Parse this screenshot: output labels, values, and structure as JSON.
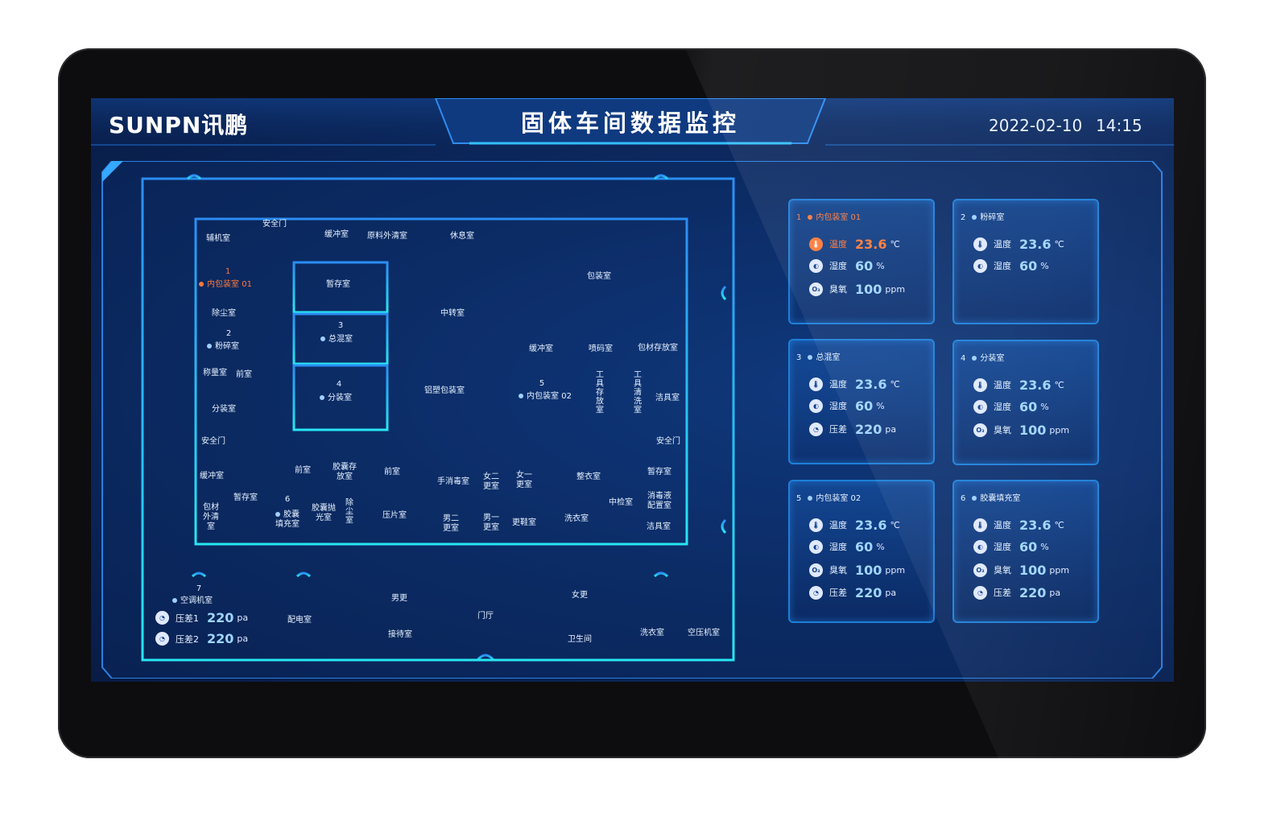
{
  "header": {
    "logo": "SUNPN讯鹏",
    "title": "固体车间数据监控",
    "date": "2022-02-10",
    "time": "14:15"
  },
  "floor_plan": {
    "rooms": {
      "fujishi": "辅机室",
      "anquanmen1": "安全门",
      "huanchong1": "缓冲室",
      "yuanliao": "原料外清室",
      "xiuxi": "休息室",
      "baozhuang": "包装室",
      "neibao01_num": "1",
      "neibao01": "内包装室 01",
      "zancun1": "暂存室",
      "zhongzhuan": "中转室",
      "chuchen1": "除尘室",
      "fensui_num": "2",
      "fensui": "粉碎室",
      "zonghun_num": "3",
      "zonghun": "总混室",
      "huanchong2": "缓冲室",
      "penma": "喷码室",
      "baocai": "包材存放室",
      "chengliang": "称量室",
      "qianshi1": "前室",
      "fenzhuang_num": "4",
      "fenzhuang": "分装室",
      "lvsu": "铝塑包装室",
      "neibao02_num": "5",
      "neibao02": "内包装室 02",
      "gongju_cunfang": "工具存放室",
      "gongju_qingxi": "工具清洗室",
      "jieju": "洁具室",
      "fenzhuang2": "分装室",
      "anquanmen2": "安全门",
      "anquanmen3": "安全门",
      "huanchong3": "缓冲室",
      "baocai_wq": "包材外清室",
      "zancun2": "暂存室",
      "qianshi2": "前室",
      "jiaonang_num": "6",
      "jiaonang_tc": "胶囊填充室",
      "jiaonang_cf": "胶囊存放室",
      "jiaonang_pg": "胶囊抛光室",
      "chuchen2": "除尘室",
      "qianshi3": "前室",
      "yapian": "压片室",
      "shouxiaodu": "手消毒室",
      "nv2": "女二更室",
      "nv1": "女一更室",
      "nan2": "男二更室",
      "nan1": "男一更室",
      "gengxie": "更鞋室",
      "zhengyi": "整衣室",
      "xiyi1": "洗衣室",
      "zhongjian": "中检室",
      "zancun3": "暂存室",
      "xiaodu": "消毒液配置室",
      "jieju2": "洁具室",
      "kongtiao_num": "7",
      "kongtiao": "空调机室",
      "peidian": "配电室",
      "nangeng": "男更",
      "jiedai": "接待室",
      "menting": "门厅",
      "nvgeng": "女更",
      "weisheng": "卫生间",
      "xiyi2": "洗衣室",
      "kongya": "空压机室"
    },
    "aux": {
      "yacha1_label": "压差1",
      "yacha1_value": "220",
      "yacha1_unit": "pa",
      "yacha2_label": "压差2",
      "yacha2_value": "220",
      "yacha2_unit": "pa"
    }
  },
  "labels": {
    "temp": "温度",
    "humid": "湿度",
    "ozone": "臭氧",
    "press": "压差",
    "temp_unit": "℃",
    "humid_unit": "%",
    "ozone_unit": "ppm",
    "press_unit": "pa"
  },
  "cards": [
    {
      "num": "1",
      "name": "内包装室 01",
      "temp": "23.6",
      "humid": "60",
      "ozone": "100"
    },
    {
      "num": "2",
      "name": "粉碎室",
      "temp": "23.6",
      "humid": "60"
    },
    {
      "num": "3",
      "name": "总混室",
      "temp": "23.6",
      "humid": "60",
      "press": "220"
    },
    {
      "num": "4",
      "name": "分装室",
      "temp": "23.6",
      "humid": "60",
      "ozone": "100"
    },
    {
      "num": "5",
      "name": "内包装室 02",
      "temp": "23.6",
      "humid": "60",
      "ozone": "100",
      "press": "220"
    },
    {
      "num": "6",
      "name": "胶囊填充室",
      "temp": "23.6",
      "humid": "60",
      "ozone": "100",
      "press": "220"
    }
  ],
  "colors": {
    "accent": "#27c9f5",
    "alert": "#ff7a3a",
    "value": "#9fd5ff"
  }
}
